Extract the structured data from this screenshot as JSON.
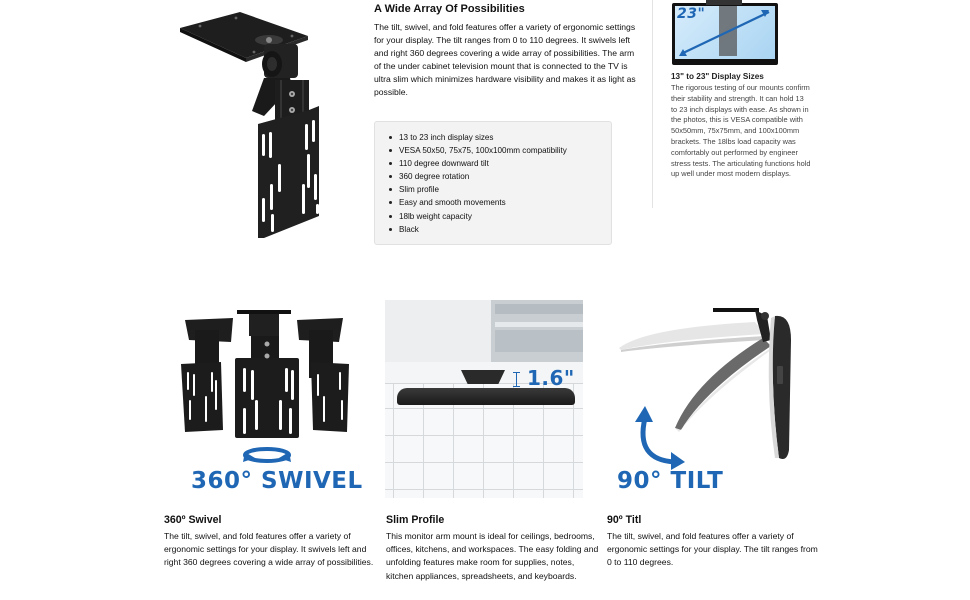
{
  "hero": {
    "image_alt": "Under cabinet TV mount, black, folded arm with VESA plate"
  },
  "main": {
    "title": "A Wide Array Of Possibilities",
    "description": "The tilt, swivel, and fold features offer a variety of ergonomic settings for your display. The tilt ranges from 0 to 110 degrees. It swivels left and right 360 degrees covering a wide array of possibilities. The arm of the under cabinet television mount that is connected to the TV is ultra slim which minimizes hardware visibility and makes it as light as possible.",
    "features": [
      "13 to 23 inch display sizes",
      "VESA 50x50, 75x75, 100x100mm compatibility",
      "110 degree downward tilt",
      "360 degree rotation",
      "Slim profile",
      "Easy and smooth movements",
      "18lb weight capacity",
      "Black"
    ]
  },
  "side_panel": {
    "image_label": "23\"",
    "title": "13\" to 23\" Display Sizes",
    "description": "The rigorous testing of our mounts confirm their stability and strength. It can hold 13 to 23 inch displays with ease. As shown in the photos, this is VESA compatible with 50x50mm, 75x75mm, and 100x100mm brackets. The 18lbs load capacity was comfortably out performed by engineer stress tests. The articulating functions hold up well under most modern displays."
  },
  "tiles": [
    {
      "image_label": "360° SWIVEL",
      "title": "360º Swivel",
      "description": "The tilt, swivel, and fold features offer a variety of ergonomic settings for your display. It swivels left and right 360 degrees covering a wide array of possibilities."
    },
    {
      "image_label": "1.6\"",
      "title": "Slim Profile",
      "description": "This monitor arm mount is ideal for ceilings, bedrooms, offices, kitchens, and workspaces. The easy folding and unfolding features make room for supplies, notes, kitchen appliances, spreadsheets, and keyboards."
    },
    {
      "image_label": "90° TILT",
      "title": "90º Titl",
      "description": "The tilt, swivel, and fold features offer a variety of ergonomic settings for your display. The tilt ranges from 0 to 110 degrees."
    }
  ],
  "colors": {
    "accent_blue": "#1f67b4",
    "mount_black": "#1c1c1c",
    "bullet_box_bg": "#f3f3f3"
  }
}
